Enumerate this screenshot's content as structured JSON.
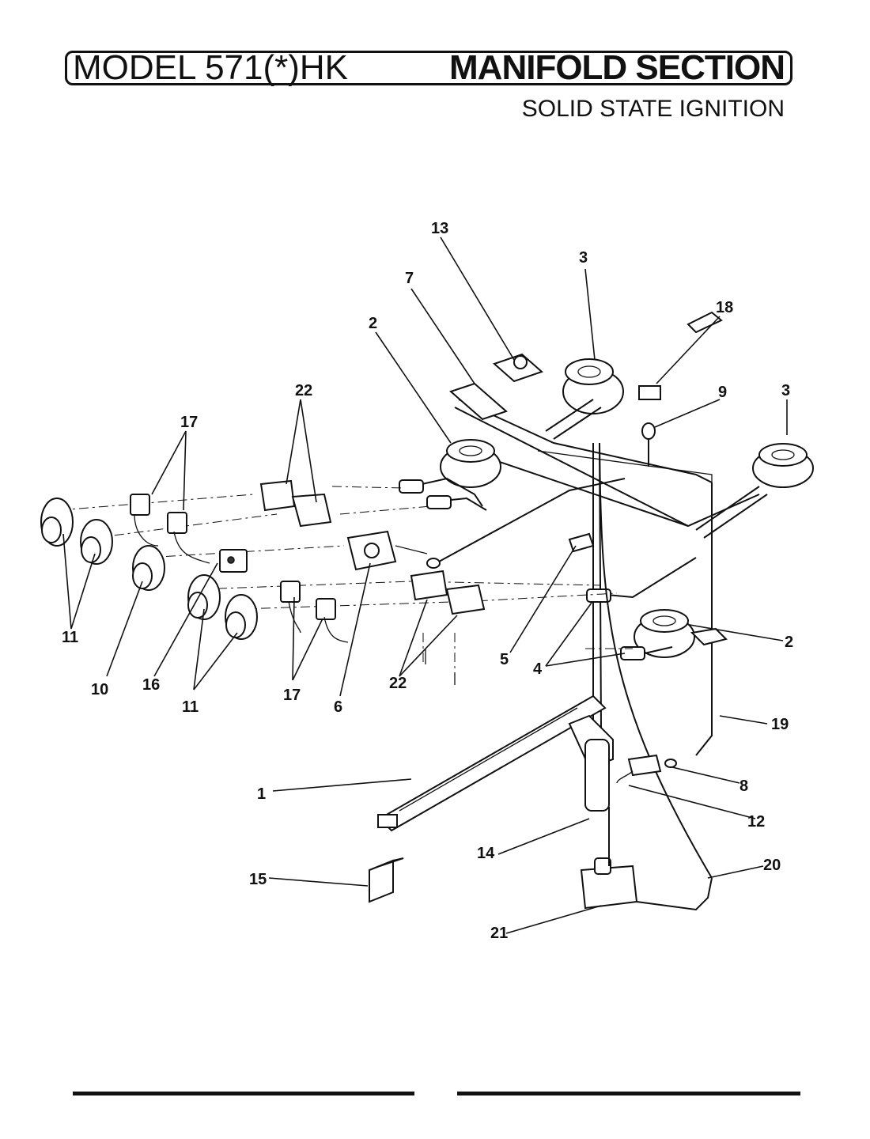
{
  "header": {
    "model_label": "MODEL 571(*)HK",
    "section_label": "MANIFOLD SECTION",
    "subtitle": "SOLID STATE IGNITION"
  },
  "callouts": {
    "c1": "1",
    "c2a": "2",
    "c2b": "2",
    "c3a": "3",
    "c3b": "3",
    "c4": "4",
    "c5": "5",
    "c6": "6",
    "c7": "7",
    "c8": "8",
    "c9": "9",
    "c10": "10",
    "c11a": "11",
    "c11b": "11",
    "c12": "12",
    "c13": "13",
    "c14": "14",
    "c15": "15",
    "c16": "16",
    "c17a": "17",
    "c17b": "17",
    "c18": "18",
    "c19": "19",
    "c20": "20",
    "c21": "21",
    "c22a": "22",
    "c22b": "22"
  }
}
